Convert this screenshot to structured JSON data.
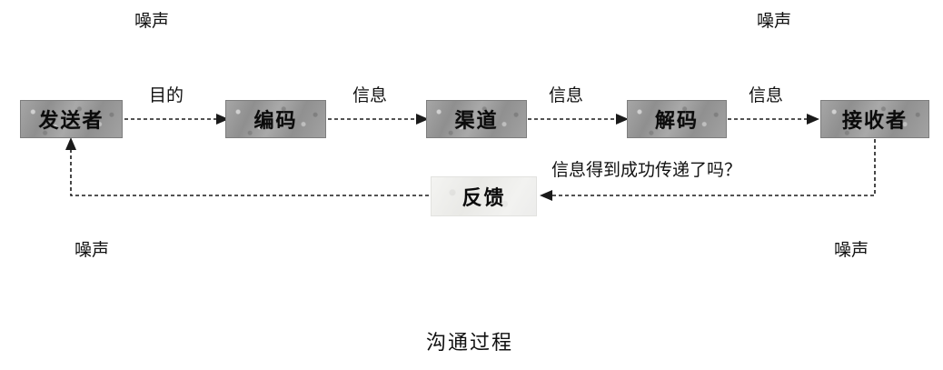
{
  "diagram": {
    "caption": "沟通过程",
    "nodes": [
      {
        "id": "sender",
        "label": "发送者"
      },
      {
        "id": "encode",
        "label": "编码"
      },
      {
        "id": "channel",
        "label": "渠道"
      },
      {
        "id": "decode",
        "label": "解码"
      },
      {
        "id": "receiver",
        "label": "接收者"
      },
      {
        "id": "feedback",
        "label": "反馈"
      }
    ],
    "edges": [
      {
        "from": "sender",
        "to": "encode",
        "label": "目的"
      },
      {
        "from": "encode",
        "to": "channel",
        "label": "信息"
      },
      {
        "from": "channel",
        "to": "decode",
        "label": "信息"
      },
      {
        "from": "decode",
        "to": "receiver",
        "label": "信息"
      },
      {
        "from": "receiver",
        "to": "feedback",
        "label": "信息得到成功传递了吗？"
      },
      {
        "from": "feedback",
        "to": "sender",
        "label": ""
      }
    ],
    "noise_labels": [
      {
        "position": "top-left",
        "label": "噪声"
      },
      {
        "position": "top-right",
        "label": "噪声"
      },
      {
        "position": "bottom-left",
        "label": "噪声"
      },
      {
        "position": "bottom-right",
        "label": "噪声"
      }
    ],
    "colors": {
      "node_fill": "#9a9a9a",
      "feedback_fill": "#f0f0ee",
      "line": "#1a1a1a",
      "text": "#111111",
      "background": "#ffffff"
    }
  }
}
